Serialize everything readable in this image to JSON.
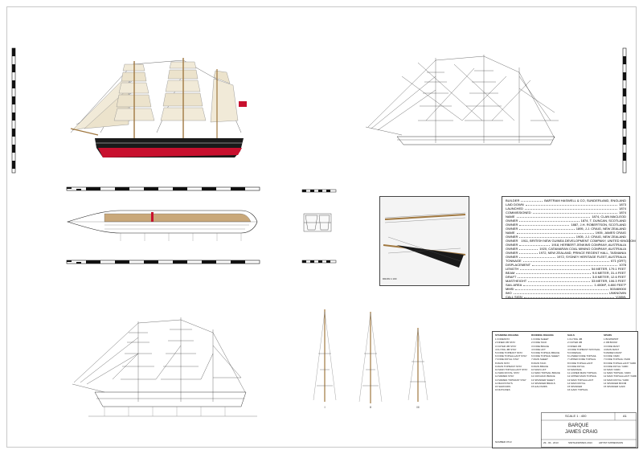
{
  "title_block": {
    "scale": "SCALE 1 : 400",
    "sheet_size": "A1",
    "vessel_type": "BARQUE",
    "vessel_name": "JAMES CRAIG",
    "drawing_number": "NUMBER 0713",
    "date": "29 - 03 - 2013",
    "note": "SMITH&SPRIES 2013",
    "author": "ARTIST IMPRESSION"
  },
  "specs": {
    "rows": [
      {
        "k": "BUILDER",
        "v": "BARTRAM HASWELL & CO, SUNDERLAND, ENGLAND"
      },
      {
        "k": "LAID DOWN",
        "v": "1873"
      },
      {
        "k": "LAUNCHED",
        "v": "1874"
      },
      {
        "k": "COMMISSIONED",
        "v": "1874"
      },
      {
        "k": "NAME",
        "v": "1874, CLAN MACLEOD"
      },
      {
        "k": "OWNER",
        "v": "1874, T. DUNCAN, SCOTLAND"
      },
      {
        "k": "OWNER",
        "v": "1887, J.H. ROBERTSON, SCOTLAND"
      },
      {
        "k": "OWNER",
        "v": "1895, J.J. CRAIG, NEW ZEALAND"
      },
      {
        "k": "NAME",
        "v": "1905, JAMES CRAIG"
      },
      {
        "k": "OWNER",
        "v": "1905, J.J. CRAIG, NEW ZEALAND"
      },
      {
        "k": "OWNER",
        "v": "1911, BRITISH NEW GUINEA DEVELOPMENT COMPANY, UNITED KINGDOM"
      },
      {
        "k": "OWNER",
        "v": "1918, HERBERT JENKINS COMPANY, AUSTRALIA"
      },
      {
        "k": "OWNER",
        "v": "1920, CATAMARAN COAL MINING COMPANY, AUSTRALIA"
      },
      {
        "k": "OWNER",
        "v": "1972, NEW ZEALAND, PRINCE REGENT HALL, TASMANIA"
      },
      {
        "k": "OWNER",
        "v": "1972, SYDNEY HERITAGE FLEET, AUSTRALIA"
      },
      {
        "k": "TONNAGE",
        "v": "671 (GRT)"
      },
      {
        "k": "DISPLACEMENT",
        "v": "1078"
      },
      {
        "k": "LENGTH",
        "v": "54 METER, 179.1 FEET"
      },
      {
        "k": "BEAM",
        "v": "9.6 METER, 31.4 FEET"
      },
      {
        "k": "DRAFT",
        "v": "3.8 METER, 12.6 FEET"
      },
      {
        "k": "MASTHEIGHT",
        "v": "33 METER, 106.3 FEET"
      },
      {
        "k": "SAIL AREA",
        "v": "1.400M², 4.800 FEET²"
      },
      {
        "k": "MMSI",
        "v": "503469000"
      },
      {
        "k": "IMO",
        "v": "UNKNOWN"
      },
      {
        "k": "CALL SIGN",
        "v": "VJ4WL"
      }
    ]
  },
  "photo_caption": "DRAW 1:100",
  "legend": {
    "columns": [
      {
        "heading": "STANDING RIGGING",
        "items": [
          "1 FORESTAY",
          "2 INNER JIB STAY",
          "3 OUTER JIB STAY",
          "4 FLYING JIB STAY",
          "5 FORE TOPMAST STAY",
          "6 FORE TOPGALLANT STAY",
          "7 FORE ROYAL STAY",
          "8 MAIN STAY",
          "9 MAIN TOPMAST STAY",
          "10 MAIN TOPGALLANT STAY",
          "11 MAIN ROYAL STAY",
          "12 MIZZEN STAY",
          "13 MIZZEN TOPMAST STAY",
          "14 BACKSTAYS",
          "15 SHROUDS",
          "16 RATLINES"
        ]
      },
      {
        "heading": "RUNNING RIGGING",
        "items": [
          "1 FORE SHEET",
          "2 FORE TACK",
          "3 FORE BRACE",
          "4 FORE LIFT",
          "5 FORE TOPSAIL BRACE",
          "6 FORE TOPSAIL SHEET",
          "7 MAIN SHEET",
          "8 MAIN TACK",
          "9 MAIN BRACE",
          "10 MAIN LIFT",
          "11 MAIN TOPSAIL BRACE",
          "12 CROJACK BRACE",
          "13 SPANKER SHEET",
          "14 SPANKER BRAILS",
          "15 HALYARDS"
        ]
      },
      {
        "heading": "SAILS",
        "items": [
          "1 FLYING JIB",
          "2 OUTER JIB",
          "3 INNER JIB",
          "4 FORE TOPMAST STAYSAIL",
          "5 FORESAIL",
          "6 LOWER FORE TOPSAIL",
          "7 UPPER FORE TOPSAIL",
          "8 FORE TOPGALLANT",
          "9 FORE ROYAL",
          "10 MAINSAIL",
          "11 LOWER MAIN TOPSAIL",
          "12 UPPER MAIN TOPSAIL",
          "13 MAIN TOPGALLANT",
          "14 MAIN ROYAL",
          "15 SPANKER",
          "16 GAFF TOPSAIL"
        ]
      },
      {
        "heading": "SPARS",
        "items": [
          "1 BOWSPRIT",
          "2 JIB BOOM",
          "3 FORE MAST",
          "4 MAIN MAST",
          "5 MIZZEN MAST",
          "6 FORE YARD",
          "7 FORE TOPSAIL YARD",
          "8 FORE TOPGALLANT YARD",
          "9 FORE ROYAL YARD",
          "10 MAIN YARD",
          "11 MAIN TOPSAIL YARD",
          "12 MAIN TOPGALLANT YARD",
          "13 MAIN ROYAL YARD",
          "14 SPANKER BOOM",
          "15 SPANKER GAFF"
        ]
      }
    ]
  },
  "mast_labels": [
    "I",
    "II",
    "III"
  ],
  "colors": {
    "hull_black": "#1a1a1a",
    "hull_red": "#c8102e",
    "sail": "#f1ead8",
    "mast_wood": "#a07840",
    "deck": "#c9a87a",
    "ensign": "#c8102e"
  }
}
